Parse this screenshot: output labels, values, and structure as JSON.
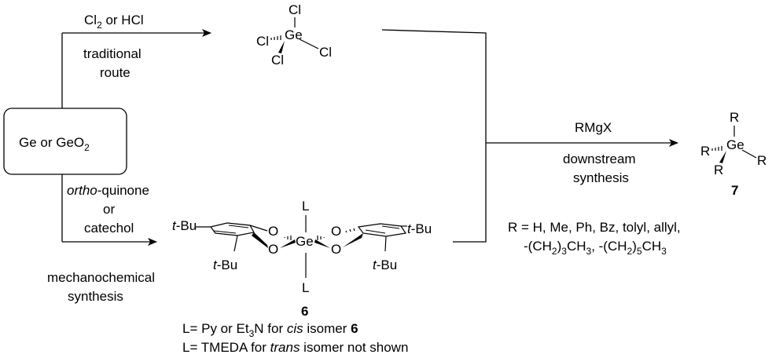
{
  "start_box": {
    "text": "Ge or GeO",
    "sub": "2"
  },
  "top_route": {
    "reagent_a": "Cl",
    "reagent_a_sub": "2",
    "reagent_b": " or HCl",
    "note_line1": "traditional",
    "note_line2": "route"
  },
  "gecl4": {
    "center": "Ge",
    "ligand": "Cl"
  },
  "bottom_route": {
    "reagent_line1_italic": "ortho",
    "reagent_line1_rest": "-quinone",
    "reagent_line2": "or",
    "reagent_line3": "catechol",
    "note_line1": "mechanochemical",
    "note_line2": "synthesis"
  },
  "complex6": {
    "center": "Ge",
    "oxygen": "O",
    "ligand": "L",
    "tbu_t": "t",
    "tbu_rest": "-Bu",
    "label": "6"
  },
  "downstream": {
    "reagent": "RMgX",
    "note_line1": "downstream",
    "note_line2": "synthesis"
  },
  "product7": {
    "center": "Ge",
    "ligand": "R",
    "label": "7"
  },
  "r_groups": {
    "line1": "R = H, Me, Ph, Bz, tolyl, allyl,",
    "line2_a": "-(CH",
    "line2_b": "2",
    "line2_c": ")",
    "line2_d": "3",
    "line2_e": "CH",
    "line2_f": "3",
    "line2_g": ", -(CH",
    "line2_h": "2",
    "line2_i": ")",
    "line2_j": "5",
    "line2_k": "CH",
    "line2_l": "3"
  },
  "footnotes": {
    "cis_a": "L= Py or Et",
    "cis_sub": "3",
    "cis_b": "N for ",
    "cis_italic": "cis",
    "cis_c": " isomer ",
    "cis_bold": "6",
    "trans_a": "L= TMEDA for ",
    "trans_italic": "trans",
    "trans_b": " isomer not shown"
  }
}
